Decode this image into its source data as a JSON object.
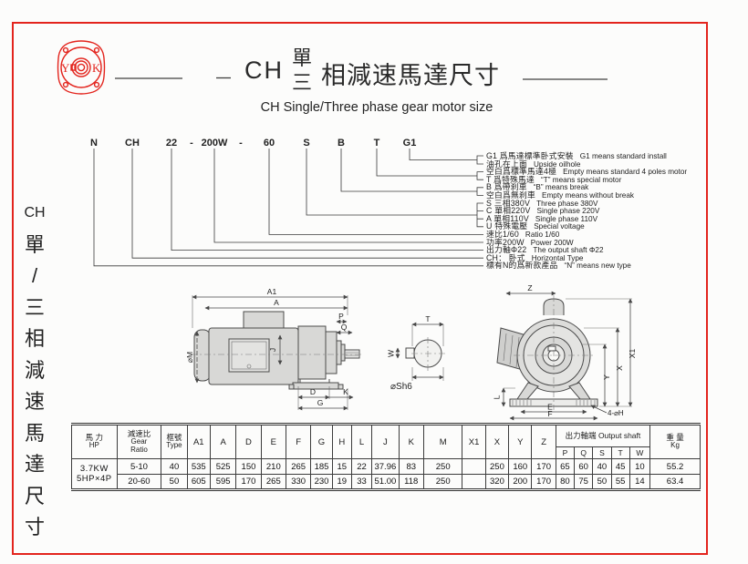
{
  "page": {
    "border_color": "#e3241d",
    "title": {
      "prefix": "CH",
      "stack_top": "單",
      "stack_bottom": "三",
      "suffix": "相減速馬達尺寸",
      "subtitle": "CH Single/Three phase gear motor size"
    },
    "sidebar": {
      "chars": [
        "CH",
        "單",
        "/",
        "三",
        "相",
        "減",
        "速",
        "馬",
        "達",
        "尺",
        "寸"
      ]
    },
    "logo": {
      "letter_left": "Y",
      "letter_right": "K"
    }
  },
  "model_code": {
    "tokens": [
      "N",
      "CH",
      "22",
      "-",
      "200W",
      "-",
      "60",
      "S",
      "B",
      "T",
      "G1"
    ],
    "legend": [
      {
        "zh": "G1 爲馬達標準卧式安裝",
        "en": "G1 means standard install"
      },
      {
        "zh": "油孔在上面",
        "en": "Upside oilhole"
      },
      {
        "zh": "空白爲標準馬達4極",
        "en": "Empty means standard 4 poles motor"
      },
      {
        "zh": "T 爲特殊馬達",
        "en": "“T” means special motor"
      },
      {
        "zh": "B 爲帶刹車",
        "en": "“B” means break"
      },
      {
        "zh": "空白爲無刹車",
        "en": "Empty means without break"
      },
      {
        "zh": "S 三相380V",
        "en": "Three phase 380V"
      },
      {
        "zh": "C 單相220V",
        "en": "Single phase 220V"
      },
      {
        "zh": "A 單相110V",
        "en": "Single phase 110V"
      },
      {
        "zh": "U 特殊電壓",
        "en": "Special voltage"
      },
      {
        "zh": "速比1/60",
        "en": "Ratio 1/60"
      },
      {
        "zh": "功率200W",
        "en": "Power 200W"
      },
      {
        "zh": "出力軸Φ22",
        "en": "The output shaft Φ22"
      },
      {
        "zh": "CH： 卧式",
        "en": "Horizontal Type"
      },
      {
        "zh": "標有N的爲新款產品",
        "en": "“N” means new type"
      }
    ]
  },
  "diagrams": {
    "side": {
      "a1": "A1",
      "a": "A",
      "m": "⌀M",
      "p": "P",
      "q": "Q",
      "j": "J",
      "d": "D",
      "k": "K",
      "g": "G"
    },
    "shaft": {
      "t": "T",
      "w": "W",
      "sh6": "⌀Sh6"
    },
    "front": {
      "z": "Z",
      "x1": "X1",
      "x": "X",
      "y": "Y",
      "l": "L",
      "e": "E",
      "f": "F",
      "h": "4-⌀H"
    }
  },
  "table": {
    "header": {
      "hp_zh": "馬 力",
      "hp_en": "HP",
      "ratio_zh": "減速比",
      "ratio_en1": "Gear",
      "ratio_en2": "Ratio",
      "type_zh": "框號",
      "type_en": "Type",
      "dims": [
        "A1",
        "A",
        "D",
        "E",
        "F",
        "G",
        "H",
        "L",
        "J",
        "K",
        "M",
        "X1",
        "X",
        "Y",
        "Z"
      ],
      "output_shaft": "出力軸端 Output shaft",
      "shaft_cols": [
        "P",
        "Q",
        "S",
        "T",
        "W"
      ],
      "weight_zh": "重 量",
      "weight_en": "Kg"
    },
    "hp_cell": {
      "line1": "3.7KW",
      "line2": "5HP×4P"
    },
    "rows": [
      {
        "cells": [
          "5-10",
          "40",
          "535",
          "525",
          "150",
          "210",
          "265",
          "185",
          "15",
          "22",
          "37.96",
          "83",
          "250",
          "",
          "250",
          "160",
          "170",
          "65",
          "60",
          "40",
          "45",
          "10",
          "55.2"
        ]
      },
      {
        "cells": [
          "20-60",
          "50",
          "605",
          "595",
          "170",
          "265",
          "330",
          "230",
          "19",
          "33",
          "51.00",
          "118",
          "250",
          "",
          "320",
          "200",
          "170",
          "80",
          "75",
          "50",
          "55",
          "14",
          "63.4"
        ]
      }
    ]
  }
}
